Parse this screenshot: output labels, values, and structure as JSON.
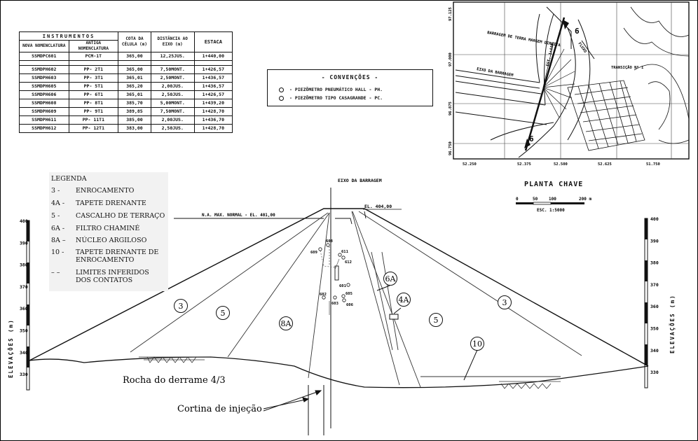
{
  "instruments_table": {
    "header": {
      "instrumentos": "INSTRUMENTOS",
      "nova": "NOVA NOMENCLATURA",
      "antiga": "ANTIGA NOMENCLATURA",
      "cota": "COTA DA CÉLULA (m)",
      "distancia": "DISTÂNCIA AO EIXO (m)",
      "estaca": "ESTACA"
    },
    "rows": [
      {
        "nova": "SSMDPC601",
        "antiga": "PCM-1T",
        "cota": "365,00",
        "dist": "12,25JUS.",
        "estaca": "1+440,00"
      },
      {
        "nova": "SSMDPH602",
        "antiga": "PP- 2T1",
        "cota": "365,00",
        "dist": "7,50MONT.",
        "estaca": "1+426,57"
      },
      {
        "nova": "SSMDPH603",
        "antiga": "PP- 3T1",
        "cota": "365,01",
        "dist": "2,50MONT.",
        "estaca": "1+436,57"
      },
      {
        "nova": "SSMDPH605",
        "antiga": "PP- 5T1",
        "cota": "365,20",
        "dist": "2,00JUS.",
        "estaca": "1+436,57"
      },
      {
        "nova": "SSMDPH606",
        "antiga": "PP- 6T1",
        "cota": "365,01",
        "dist": "2,50JUS.",
        "estaca": "1+426,57"
      },
      {
        "nova": "SSMDPH608",
        "antiga": "PP- 8T1",
        "cota": "385,70",
        "dist": "5,00MONT.",
        "estaca": "1+439,20"
      },
      {
        "nova": "SSMDPH609",
        "antiga": "PP- 9T1",
        "cota": "389,85",
        "dist": "7,50MONT.",
        "estaca": "1+428,70"
      },
      {
        "nova": "SSMDPH611",
        "antiga": "PP- 11T1",
        "cota": "385,00",
        "dist": "2,00JUS.",
        "estaca": "1+436,70"
      },
      {
        "nova": "SSMDPH612",
        "antiga": "PP- 12T1",
        "cota": "383,00",
        "dist": "2,50JUS.",
        "estaca": "1+428,70"
      }
    ]
  },
  "conventions": {
    "title": "- CONVENÇÕES -",
    "items": [
      "- PIEZÔMETRO PNEUMÁTICO HALL - PH.",
      "- PIEZÔMETRO TIPO CASAGRANDE - PC."
    ]
  },
  "legend": {
    "title": "LEGENDA",
    "items": [
      {
        "code": "3 -",
        "desc": "ENROCAMENTO"
      },
      {
        "code": "4A -",
        "desc": "TAPETE DRENANTE"
      },
      {
        "code": "5 -",
        "desc": "CASCALHO DE TERRAÇO"
      },
      {
        "code": "6A -",
        "desc": "FILTRO CHAMINÉ"
      },
      {
        "code": "8A –",
        "desc": "NÚCLEO ARGILOSO"
      },
      {
        "code": "10 -",
        "desc": "TAPETE DRENANTE DE ENROCAMENTO"
      },
      {
        "code": "– –",
        "desc": "LIMITES INFERIDOS DOS CONTATOS"
      }
    ]
  },
  "key_plan": {
    "title": "PLANTA CHAVE",
    "scale_label": "ESC. 1:5000",
    "scale_ticks": [
      "0",
      "50",
      "100",
      "200 m"
    ],
    "y_labels": [
      "97.125",
      "97.000",
      "96.875",
      "96.750"
    ],
    "x_labels": [
      "52.250",
      "52.375",
      "52.500",
      "52.625",
      "51.750"
    ],
    "labels": {
      "barragem": "BARRAGEM DE TERRA MARGEM DIREITA",
      "eixo": "EIXO DA BARRAGEM",
      "transicao": "TRANSIÇÃO Nº 1",
      "fluxo": "FLUXO",
      "est": "EST. 1+440",
      "section": "6"
    }
  },
  "section": {
    "eixo_label": "EIXO DA BARRAGEM",
    "na_label": "N.A. MAX. NORMAL - EL. 401,00",
    "el_label": "EL. 404,00",
    "y_axis_title": "ELEVAÇÕES (m)",
    "y_ticks": [
      "400",
      "390",
      "380",
      "370",
      "360",
      "350",
      "340",
      "330"
    ],
    "zones": [
      {
        "label": "3",
        "side": "left"
      },
      {
        "label": "5",
        "side": "left"
      },
      {
        "label": "8A",
        "side": "core"
      },
      {
        "label": "6A",
        "side": "filter"
      },
      {
        "label": "4A",
        "side": "drain"
      },
      {
        "label": "5",
        "side": "right"
      },
      {
        "label": "3",
        "side": "right"
      },
      {
        "label": "10",
        "side": "toe"
      }
    ],
    "instruments": [
      "609",
      "608",
      "611",
      "612",
      "601",
      "602",
      "603",
      "605",
      "606"
    ],
    "rock_label": "Rocha do derrame 4/3",
    "curtain_label": "Cortina de injeção"
  }
}
